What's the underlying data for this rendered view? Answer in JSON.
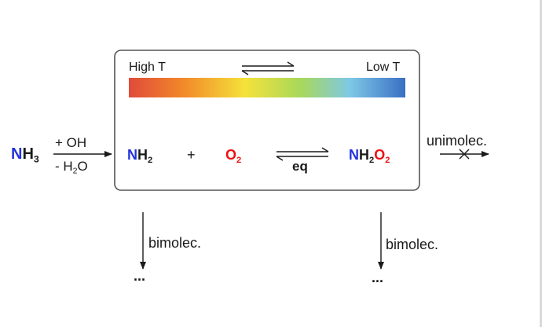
{
  "colors": {
    "nitrogen": "#2233dd",
    "oxygen": "#ee1111",
    "text": "#1a1a1a",
    "box_border": "#555555",
    "gradient": [
      "#e04a3a",
      "#f28a2a",
      "#f5e23a",
      "#a8d85a",
      "#7ec8e6",
      "#3a6fc4"
    ]
  },
  "box": {
    "high_t": "High T",
    "low_t": "Low T"
  },
  "reactant": {
    "n": "N",
    "h": "H",
    "sub": "3"
  },
  "reagent_arrow": {
    "above": "+ OH",
    "below_prefix": "- H",
    "below_sub": "2",
    "below_suffix": "O"
  },
  "equilibrium": {
    "nh2_n": "N",
    "nh2_h": "H",
    "nh2_sub": "2",
    "plus": "+",
    "o2_o": "O",
    "o2_sub": "2",
    "eq_label": "eq",
    "product_n": "N",
    "product_h": "H",
    "product_sub1": "2",
    "product_o": "O",
    "product_sub2": "2"
  },
  "unimolecular": {
    "label": "unimolec."
  },
  "bimolecular_left": {
    "label": "bimolec.",
    "dots": "..."
  },
  "bimolecular_right": {
    "label": "bimolec.",
    "dots": "..."
  }
}
